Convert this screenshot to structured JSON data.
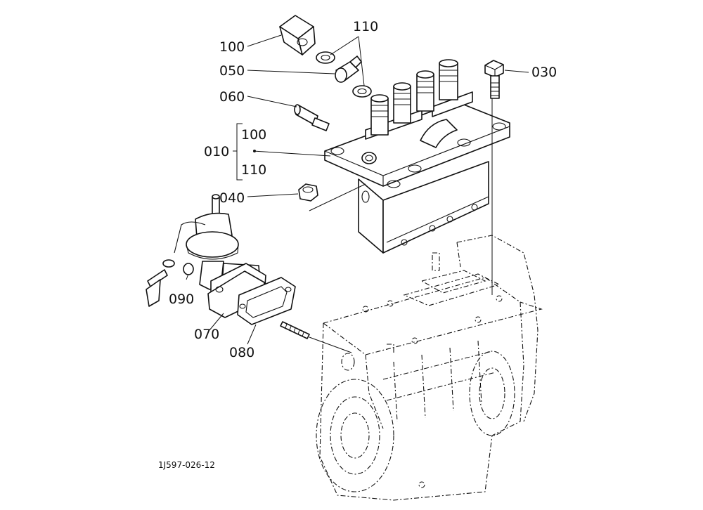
{
  "drawing_code": "1J597-026-12",
  "callouts": {
    "c100": "100",
    "c110": "110",
    "c050": "050",
    "c060": "060",
    "c030": "030",
    "c010": "010",
    "c010_sub1": "100",
    "c010_sub2": "110",
    "c040": "040",
    "c090": "090",
    "c070": "070",
    "c080": "080"
  }
}
